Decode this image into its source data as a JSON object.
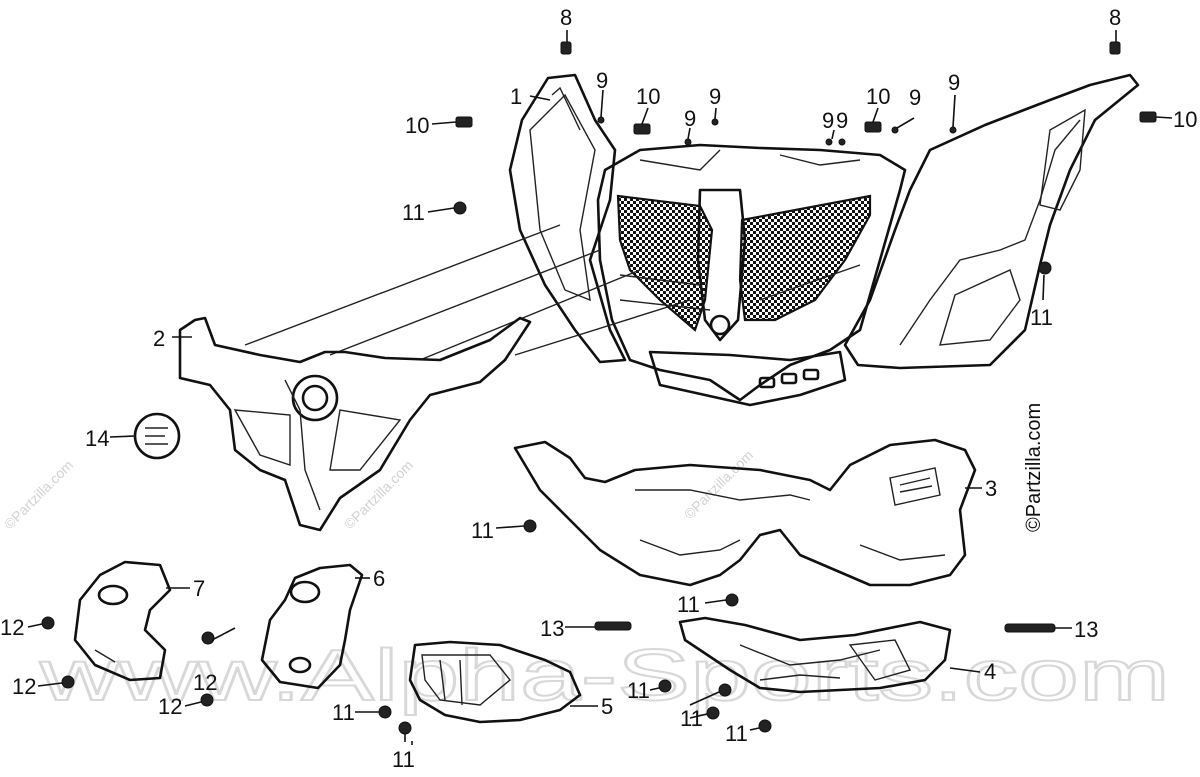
{
  "watermark": "www.Alpha-Sports.com",
  "credit": "©Partzilla.com",
  "faint_marks": [
    "©Partzilla.com",
    "©Partzilla.com",
    "©Partzilla.com"
  ],
  "callouts": {
    "c1": "1",
    "c2": "2",
    "c3": "3",
    "c4": "4",
    "c5": "5",
    "c6": "6",
    "c7": "7",
    "c8a": "8",
    "c8b": "8",
    "c9a": "9",
    "c9b": "9",
    "c9c": "9",
    "c9d": "9",
    "c9e": "9",
    "c9f": "9",
    "c9g": "9",
    "c10a": "10",
    "c10b": "10",
    "c10c": "10",
    "c10d": "10",
    "c11a": "11",
    "c11b": "11",
    "c11c": "11",
    "c11d": "11",
    "c11e": "11",
    "c11f": "11",
    "c11g": "11",
    "c11h": "11",
    "c11i": "11",
    "c12a": "12",
    "c12b": "12",
    "c12c": "12",
    "c12d": "12",
    "c13a": "13",
    "c13b": "13",
    "c14": "14"
  }
}
